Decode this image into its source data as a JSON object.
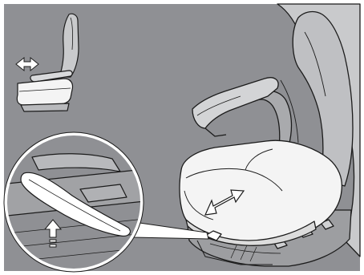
{
  "figure": {
    "subject": "seat-cushion-length-adjustment",
    "colors": {
      "background": "#8f9094",
      "seat_shell": "#c9cacc",
      "seat_shell_dark": "#9d9ea1",
      "cushion": "#f4f4f4",
      "cushion_shadow": "#dcdcdc",
      "outline": "#1b1b1b",
      "arrow_fill": "#ffffff",
      "frame": "#ffffff"
    },
    "icons": {
      "forward_back_arrow": "double-headed-arrow",
      "lift_arrow": "up-arrow",
      "cushion_arrow": "double-headed-arrow"
    }
  }
}
